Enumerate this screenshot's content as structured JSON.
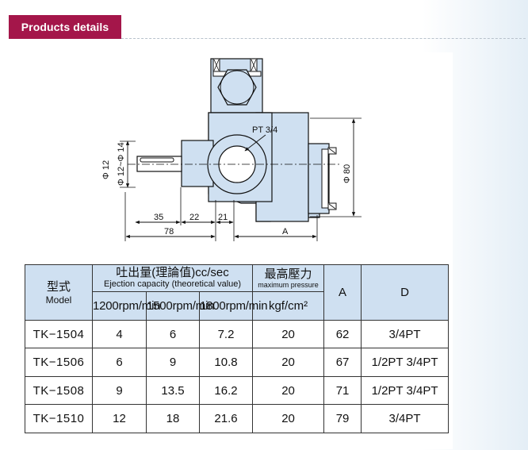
{
  "section": {
    "title": "Products details"
  },
  "drawing": {
    "pt_label": "PT 3/4",
    "phi12_label": "Φ 12",
    "phi12_14_label": "Φ 12~Φ 14",
    "phi80_label": "Φ 80",
    "dim_35": "35",
    "dim_22": "22",
    "dim_21": "21",
    "dim_78": "78",
    "dim_A": "A"
  },
  "table": {
    "header": {
      "model_zh": "型式",
      "model_en": "Model",
      "capacity_zh": "吐出量(理論值)cc/sec",
      "capacity_en": "Ejection capacity (theoretical value)",
      "pressure_zh": "最高壓力",
      "pressure_en": "maximum pressure",
      "col_A": "A",
      "col_D": "D",
      "rpm1": "1200rpm/min",
      "rpm2": "1500rpm/min",
      "rpm3": "1800rpm/min",
      "pressure_unit": "kgf/cm²"
    },
    "rows": [
      {
        "model": "TK−1504",
        "c1200": "4",
        "c1500": "6",
        "c1800": "7.2",
        "pressure": "20",
        "a": "62",
        "d": "3/4PT"
      },
      {
        "model": "TK−1506",
        "c1200": "6",
        "c1500": "9",
        "c1800": "10.8",
        "pressure": "20",
        "a": "67",
        "d": "1/2PT 3/4PT"
      },
      {
        "model": "TK−1508",
        "c1200": "9",
        "c1500": "13.5",
        "c1800": "16.2",
        "pressure": "20",
        "a": "71",
        "d": "1/2PT 3/4PT"
      },
      {
        "model": "TK−1510",
        "c1200": "12",
        "c1500": "18",
        "c1800": "21.6",
        "pressure": "20",
        "a": "79",
        "d": "3/4PT"
      }
    ]
  },
  "colors": {
    "tab_bg": "#a4164a",
    "pump_fill": "#cfe0f1",
    "header_fill": "#cfe0f1",
    "line": "#111111"
  }
}
